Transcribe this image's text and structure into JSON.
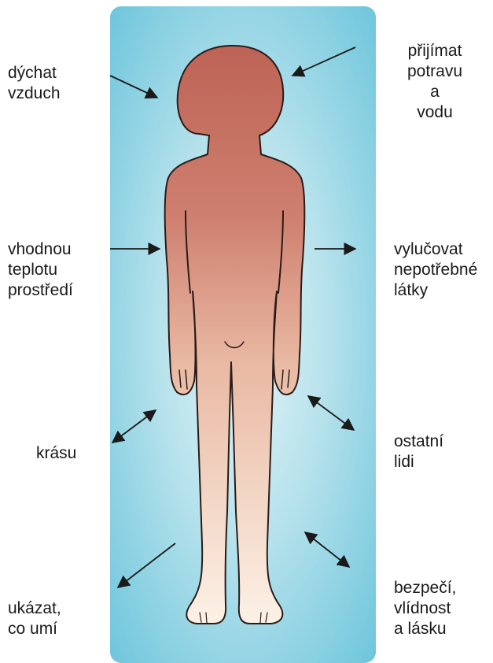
{
  "labels": {
    "top_left": [
      "dýchat",
      "vzduch"
    ],
    "top_right": [
      "přijímat",
      "potravu",
      "a",
      "vodu"
    ],
    "mid_left": [
      "vhodnou",
      "teplotu",
      "prostředí"
    ],
    "mid_right": [
      "vylučovat",
      "nepotřebné",
      "látky"
    ],
    "low_left": [
      "krásu"
    ],
    "low_right": [
      "ostatní",
      "lidi"
    ],
    "bottom_left": [
      "ukázat,",
      "co umí"
    ],
    "bottom_right": [
      "bezpečí,",
      "vlídnost",
      "a lásku"
    ]
  },
  "colors": {
    "background_panel": "#7fcde0",
    "panel_center": "#d8eff5",
    "body_top": "#c0665a",
    "body_mid": "#e2a58f",
    "body_bottom": "#fbeee2",
    "outline": "#2a1c18",
    "arrow": "#1a1a1a"
  }
}
